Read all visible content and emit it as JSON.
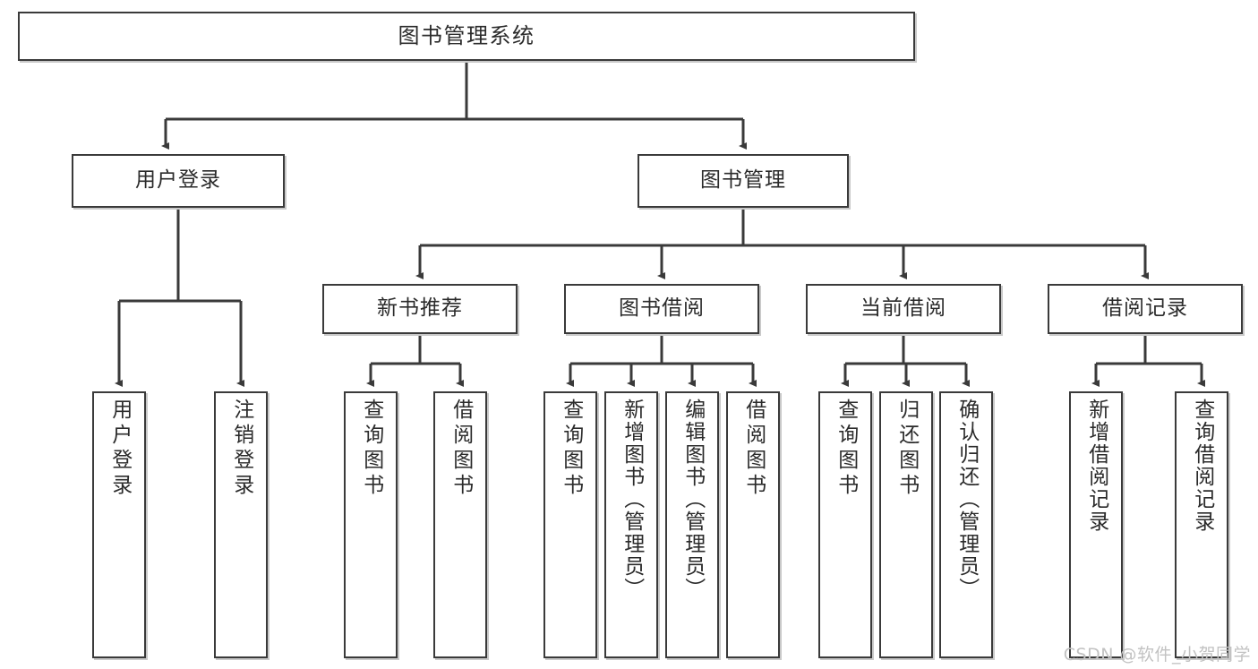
{
  "chart_data": {
    "type": "diagram",
    "diagram_kind": "hierarchy-tree",
    "title": "图书管理系统",
    "orientation": "top-down",
    "levels": 3,
    "edge_style": "orthogonal-with-arrowheads",
    "node_count": 18,
    "nodes": [
      {
        "id": "root",
        "label": "图书管理系统",
        "level": 0,
        "parent": null
      },
      {
        "id": "login",
        "label": "用户登录",
        "level": 1,
        "parent": "root"
      },
      {
        "id": "bookmgmt",
        "label": "图书管理",
        "level": 1,
        "parent": "root"
      },
      {
        "id": "newbook",
        "label": "新书推荐",
        "level": 2,
        "parent": "bookmgmt"
      },
      {
        "id": "borrow",
        "label": "图书借阅",
        "level": 2,
        "parent": "bookmgmt"
      },
      {
        "id": "current",
        "label": "当前借阅",
        "level": 2,
        "parent": "bookmgmt"
      },
      {
        "id": "records",
        "label": "借阅记录",
        "level": 2,
        "parent": "bookmgmt"
      },
      {
        "id": "leaf-1",
        "label": "用户登录",
        "level": 3,
        "parent": "login"
      },
      {
        "id": "leaf-2",
        "label": "注销登录",
        "level": 3,
        "parent": "login"
      },
      {
        "id": "leaf-3",
        "label": "查询图书",
        "level": 3,
        "parent": "newbook"
      },
      {
        "id": "leaf-4",
        "label": "借阅图书",
        "level": 3,
        "parent": "newbook"
      },
      {
        "id": "leaf-5",
        "label": "查询图书",
        "level": 3,
        "parent": "borrow"
      },
      {
        "id": "leaf-6",
        "label": "新增图书（管理员）",
        "level": 3,
        "parent": "borrow"
      },
      {
        "id": "leaf-7",
        "label": "编辑图书（管理员）",
        "level": 3,
        "parent": "borrow"
      },
      {
        "id": "leaf-8",
        "label": "借阅图书",
        "level": 3,
        "parent": "borrow"
      },
      {
        "id": "leaf-9",
        "label": "查询图书",
        "level": 3,
        "parent": "current"
      },
      {
        "id": "leaf-10",
        "label": "归还图书",
        "level": 3,
        "parent": "current"
      },
      {
        "id": "leaf-11",
        "label": "确认归还（管理员）",
        "level": 3,
        "parent": "current"
      },
      {
        "id": "leaf-12",
        "label": "新增借阅记录",
        "level": 3,
        "parent": "records"
      },
      {
        "id": "leaf-13",
        "label": "查询借阅记录",
        "level": 3,
        "parent": "records"
      }
    ],
    "edges": [
      {
        "from": "root",
        "to": "login"
      },
      {
        "from": "root",
        "to": "bookmgmt"
      },
      {
        "from": "login",
        "to": "leaf-1"
      },
      {
        "from": "login",
        "to": "leaf-2"
      },
      {
        "from": "bookmgmt",
        "to": "newbook"
      },
      {
        "from": "bookmgmt",
        "to": "borrow"
      },
      {
        "from": "bookmgmt",
        "to": "current"
      },
      {
        "from": "bookmgmt",
        "to": "records"
      },
      {
        "from": "newbook",
        "to": "leaf-3"
      },
      {
        "from": "newbook",
        "to": "leaf-4"
      },
      {
        "from": "borrow",
        "to": "leaf-5"
      },
      {
        "from": "borrow",
        "to": "leaf-6"
      },
      {
        "from": "borrow",
        "to": "leaf-7"
      },
      {
        "from": "borrow",
        "to": "leaf-8"
      },
      {
        "from": "current",
        "to": "leaf-9"
      },
      {
        "from": "current",
        "to": "leaf-10"
      },
      {
        "from": "current",
        "to": "leaf-11"
      },
      {
        "from": "records",
        "to": "leaf-12"
      },
      {
        "from": "records",
        "to": "leaf-13"
      }
    ],
    "colors": {
      "background": "#ffffff",
      "node_fill": "#ffffff",
      "node_border": "#3a3a3a",
      "edge": "#3a3a3a",
      "text": "#2b2b2b",
      "watermark": "#c2c2c2"
    }
  },
  "root": {
    "label": "图书管理系统"
  },
  "level1": {
    "login": {
      "label": "用户登录"
    },
    "bookmgmt": {
      "label": "图书管理"
    }
  },
  "level2": {
    "newbook": {
      "label": "新书推荐"
    },
    "borrow": {
      "label": "图书借阅"
    },
    "current": {
      "label": "当前借阅"
    },
    "records": {
      "label": "借阅记录"
    }
  },
  "leaves": {
    "login_user_login": {
      "label": "用户登录"
    },
    "login_logout": {
      "label": "注销登录"
    },
    "newbook_query": {
      "label": "查询图书"
    },
    "newbook_borrow": {
      "label": "借阅图书"
    },
    "borrow_query": {
      "label": "查询图书"
    },
    "borrow_add": {
      "label": "新增图书（管理员）"
    },
    "borrow_edit": {
      "label": "编辑图书（管理员）"
    },
    "borrow_borrow": {
      "label": "借阅图书"
    },
    "current_query": {
      "label": "查询图书"
    },
    "current_return": {
      "label": "归还图书"
    },
    "current_confirm": {
      "label": "确认归还（管理员）"
    },
    "records_add": {
      "label": "新增借阅记录"
    },
    "records_query": {
      "label": "查询借阅记录"
    }
  },
  "watermark": {
    "text": "CSDN @软件_小贺同学"
  }
}
